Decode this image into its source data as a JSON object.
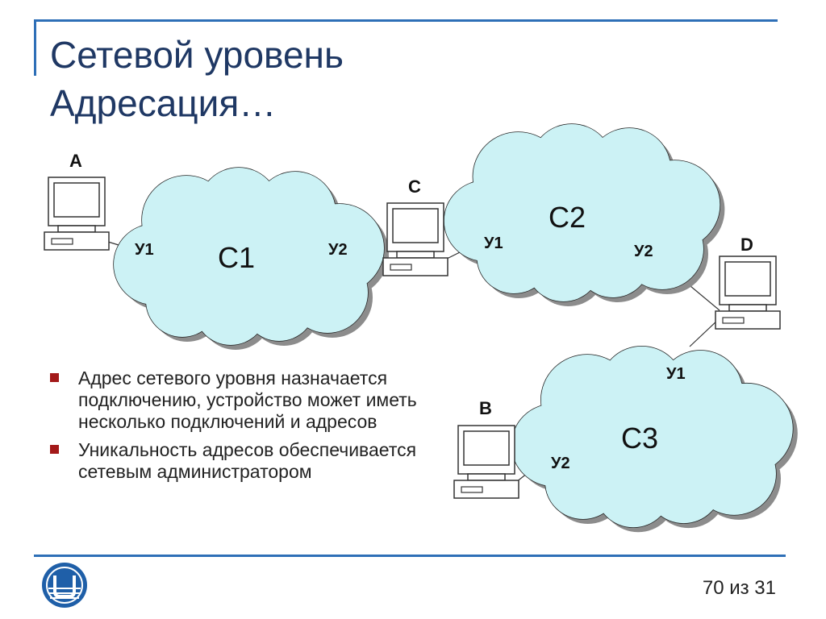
{
  "slide": {
    "title_line1": "Сетевой уровень",
    "title_line2": "Адресация…",
    "page_number": "70 из 31"
  },
  "diagram": {
    "clouds": [
      {
        "name": "С1",
        "port_left": "У1",
        "port_right": "У2"
      },
      {
        "name": "С2",
        "port_left": "У1",
        "port_right": "У2"
      },
      {
        "name": "С3",
        "port_top": "У1",
        "port_left": "У2"
      }
    ],
    "hosts": [
      "A",
      "C",
      "D",
      "B"
    ]
  },
  "bullets": [
    "Адрес сетевого уровня назначается подключению, устройство может иметь несколько подключений и адресов",
    "Уникальность адресов обеспечивается сетевым администратором"
  ],
  "colors": {
    "title": "#1f3864",
    "rule": "#2e6fb7",
    "cloud_fill": "#ccf2f5",
    "bullet_marker": "#a31919"
  }
}
